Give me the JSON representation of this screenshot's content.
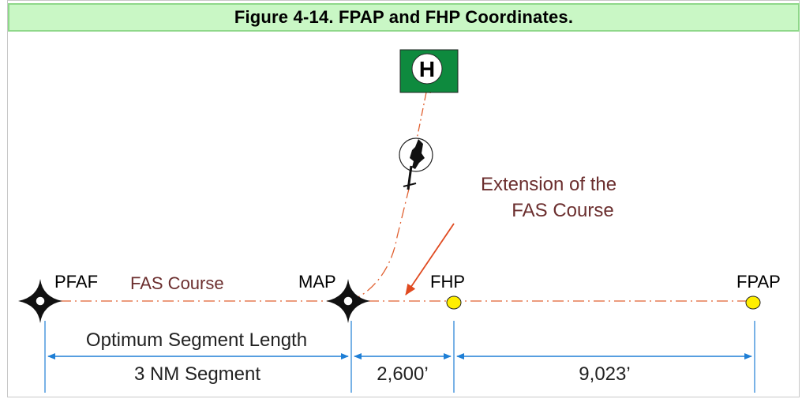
{
  "caption": "Figure 4-14.  FPAP and FHP Coordinates.",
  "labels": {
    "pfaf": "PFAF",
    "fas_course": "FAS Course",
    "map": "MAP",
    "fhp": "FHP",
    "fpap": "FPAP",
    "extension_line1": "Extension of the",
    "extension_line2": "FAS Course",
    "heliport_letter": "H"
  },
  "dimensions": {
    "optimum": "Optimum Segment Length",
    "segment": "3 NM Segment",
    "map_to_fhp": "2,600’",
    "fhp_to_fpap": "9,023’"
  },
  "colors": {
    "caption_bg": "#c9f7c5",
    "course_line": "#e06030",
    "label_brown": "#6b2e2e",
    "dimension_blue": "#1f7fd6",
    "waypoint_yellow": "#ffee00",
    "heliport_green": "#0e8a3e"
  },
  "icons": {
    "pfaf": "fly-over-waypoint-icon",
    "map": "fly-over-waypoint-icon",
    "heliport": "heliport-h-icon",
    "helicopter": "helicopter-icon"
  }
}
